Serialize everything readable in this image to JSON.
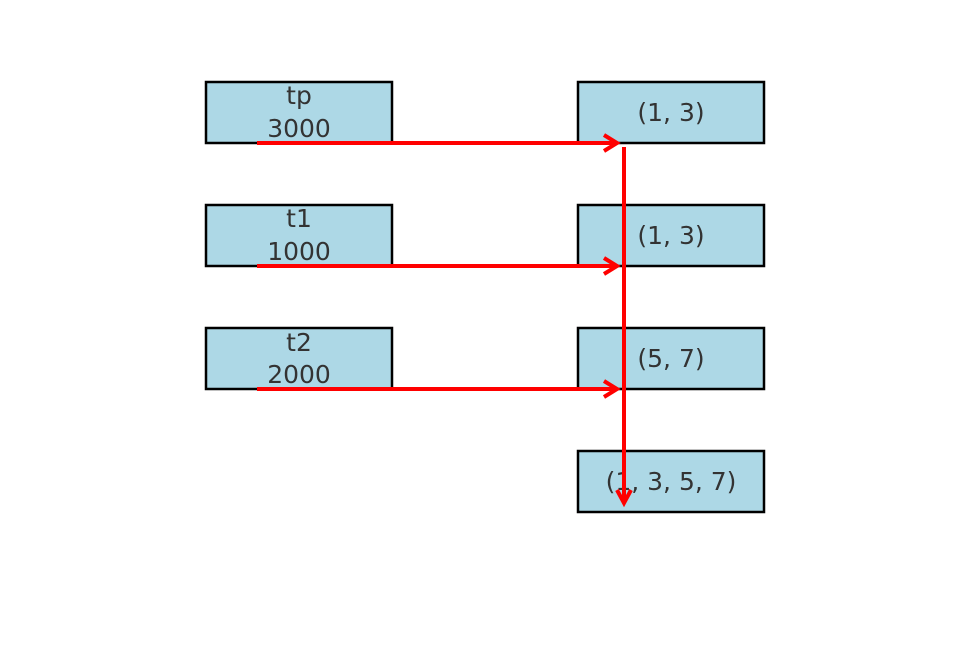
{
  "colors": {
    "box_fill": "#ADD8E6",
    "box_stroke": "#000000",
    "text": "#333333",
    "arrow": "#FF0000"
  },
  "left_boxes": [
    {
      "name": "tp",
      "value": "3000"
    },
    {
      "name": "t1",
      "value": "1000"
    },
    {
      "name": "t2",
      "value": "2000"
    }
  ],
  "right_boxes": [
    {
      "label": "(1, 3)"
    },
    {
      "label": "(1, 3)"
    },
    {
      "label": "(5, 7)"
    },
    {
      "label": "(1, 3, 5, 7)"
    }
  ]
}
